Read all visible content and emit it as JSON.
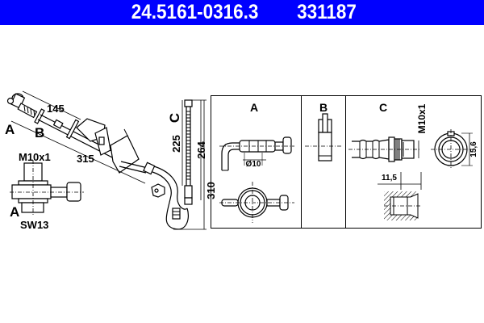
{
  "header": {
    "part_number": "24.5161-0316.3",
    "reference_number": "331187",
    "background_color": "#0000ff",
    "text_color": "#ffffff"
  },
  "main_drawing": {
    "labels": {
      "end_a": "A",
      "end_b": "B",
      "end_c": "C"
    },
    "dimensions": {
      "a_to_b": "145",
      "a_to_bracket": "315",
      "c_hose_length": "225",
      "c_mid_length": "264",
      "c_total_length": "310"
    }
  },
  "fitting_a_detail": {
    "thread": "M10x1",
    "label": "A",
    "wrench_size": "SW13"
  },
  "detail_panel": {
    "columns": [
      {
        "title": "A",
        "dimension": "Ø10"
      },
      {
        "title": "B"
      },
      {
        "title": "C",
        "thread": "M10x1",
        "length": "11,5",
        "diameter": "15,6"
      }
    ]
  }
}
